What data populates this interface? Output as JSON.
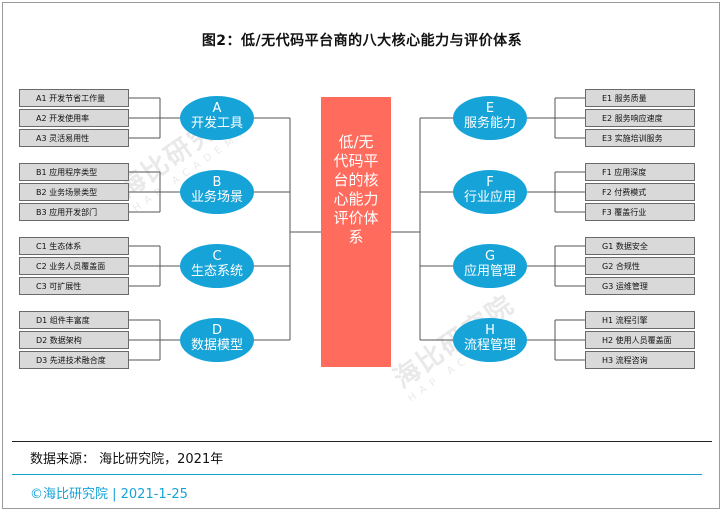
{
  "title": "图2：低/无代码平台商的八大核心能力与评价体系",
  "center_label": "低/无代码平台的核心能力评价体系",
  "left_groups": [
    {
      "letter": "A",
      "name": "开发工具",
      "items": [
        "A1 开发节省工作量",
        "A2 开发使用率",
        "A3 灵活易用性"
      ]
    },
    {
      "letter": "B",
      "name": "业务场景",
      "items": [
        "B1 应用程序类型",
        "B2 业务场景类型",
        "B3 应用开发部门"
      ]
    },
    {
      "letter": "C",
      "name": "生态系统",
      "items": [
        "C1 生态体系",
        "C2 业务人员覆盖面",
        "C3 可扩展性"
      ]
    },
    {
      "letter": "D",
      "name": "数据模型",
      "items": [
        "D1 组件丰富度",
        "D2 数据架构",
        "D3 先进技术融合度"
      ]
    }
  ],
  "right_groups": [
    {
      "letter": "E",
      "name": "服务能力",
      "items": [
        "E1 服务质量",
        "E2 服务响应速度",
        "E3 实施培训服务"
      ]
    },
    {
      "letter": "F",
      "name": "行业应用",
      "items": [
        "F1 应用深度",
        "F2 付费模式",
        "F3 覆盖行业"
      ]
    },
    {
      "letter": "G",
      "name": "应用管理",
      "items": [
        "G1 数据安全",
        "G2 合规性",
        "G3 运维管理"
      ]
    },
    {
      "letter": "H",
      "name": "流程管理",
      "items": [
        "H1 流程引擎",
        "H2 使用人员覆盖面",
        "H3 流程咨询"
      ]
    }
  ],
  "watermark": {
    "text": "海比研究院",
    "sub": "HAP ACADEMY"
  },
  "source": "数据来源： 海比研究院，2021年",
  "footer": "©海比研究院 | 2021-1-25",
  "colors": {
    "oval": "#16a3d8",
    "center": "#ff6b5c",
    "sub_box": "#d9d9d9",
    "accent": "#16a3d8"
  }
}
